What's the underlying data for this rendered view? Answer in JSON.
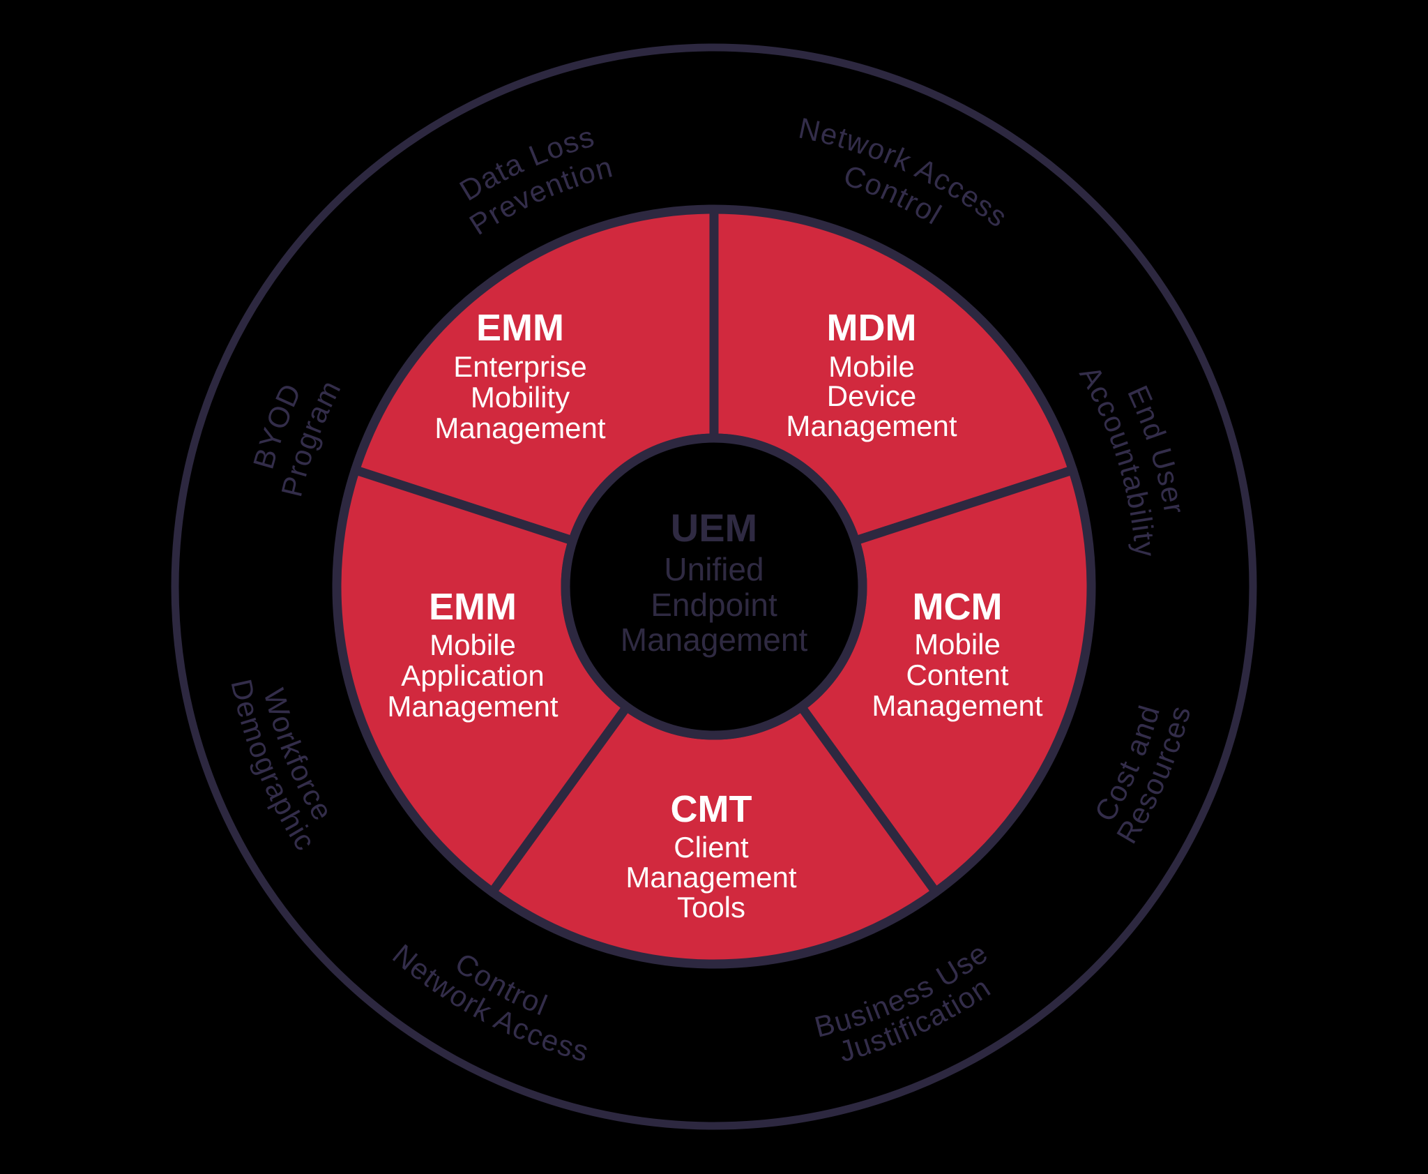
{
  "colors": {
    "background": "#000000",
    "segment_fill": "#d1293e",
    "outline": "#2d2840",
    "ring_label_text": "#332d4a",
    "segment_text": "#ffffff",
    "center_text": "#2f2a42"
  },
  "center": {
    "acronym": "UEM",
    "lines": [
      "Unified",
      "Endpoint",
      "Management"
    ]
  },
  "segments": [
    {
      "acronym": "EMM",
      "lines": [
        "Enterprise",
        "Mobility",
        "Management"
      ]
    },
    {
      "acronym": "MDM",
      "lines": [
        "Mobile",
        "Device",
        "Management"
      ]
    },
    {
      "acronym": "MCM",
      "lines": [
        "Mobile",
        "Content",
        "Management"
      ]
    },
    {
      "acronym": "CMT",
      "lines": [
        "Client",
        "Management",
        "Tools"
      ]
    },
    {
      "acronym": "EMM",
      "lines": [
        "Mobile",
        "Application",
        "Management"
      ]
    }
  ],
  "ring_labels": [
    {
      "line1": "Data Loss",
      "line2": "Prevention"
    },
    {
      "line1": "Network Access",
      "line2": "Control"
    },
    {
      "line1": "End User",
      "line2": "Accountability"
    },
    {
      "line1": "Cost and",
      "line2": "Resources"
    },
    {
      "line1": "Business Use",
      "line2": "Justification"
    },
    {
      "line1": "Control",
      "line2": "Network Access"
    },
    {
      "line1": "Workforce",
      "line2": "Demographic"
    },
    {
      "line1": "BYOD",
      "line2": "Program"
    }
  ]
}
